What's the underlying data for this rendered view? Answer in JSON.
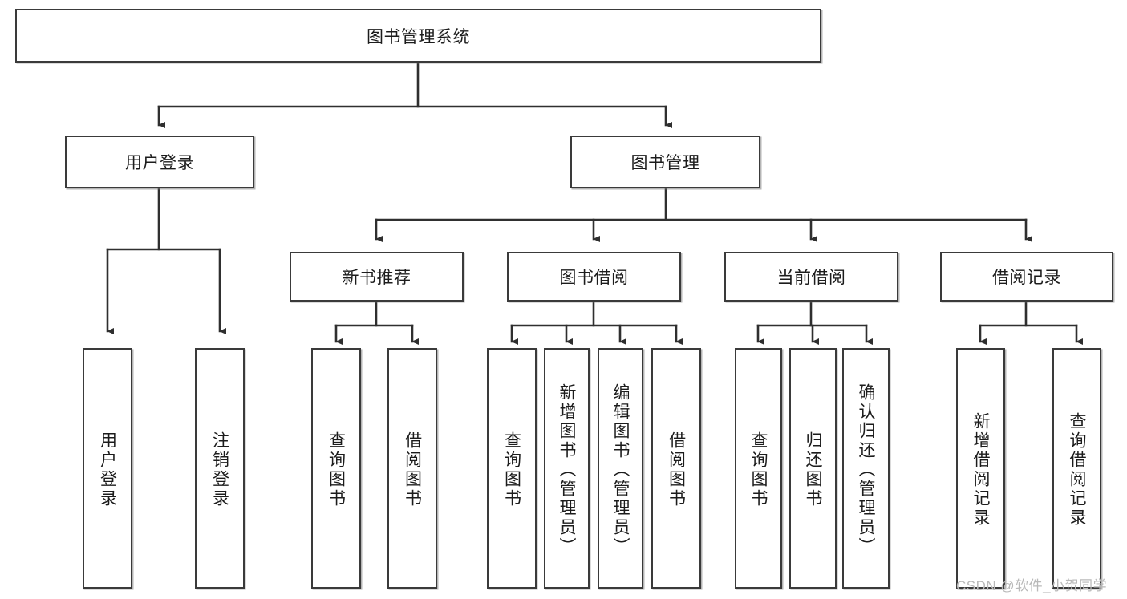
{
  "diagram": {
    "type": "tree-hierarchy",
    "title": "图书管理系统",
    "watermark": "CSDN @软件_小贺同学",
    "colors": {
      "box_border": "#3a3a3a",
      "box_fill": "#ffffff",
      "connector": "#2f2f2f",
      "text": "#1c1c1c",
      "watermark": "#b9b9b9",
      "background": "#ffffff"
    },
    "nodes": {
      "root": {
        "label": "图书管理系统",
        "level": 1,
        "orientation": "horizontal"
      },
      "l2": [
        {
          "id": "user-login",
          "label": "用户登录",
          "level": 2,
          "orientation": "horizontal"
        },
        {
          "id": "book-manage",
          "label": "图书管理",
          "level": 2,
          "orientation": "horizontal"
        }
      ],
      "l3": [
        {
          "id": "new-book-rec",
          "label": "新书推荐",
          "level": 3,
          "orientation": "horizontal",
          "parent": "book-manage"
        },
        {
          "id": "book-borrow",
          "label": "图书借阅",
          "level": 3,
          "orientation": "horizontal",
          "parent": "book-manage"
        },
        {
          "id": "current-borrow",
          "label": "当前借阅",
          "level": 3,
          "orientation": "horizontal",
          "parent": "book-manage"
        },
        {
          "id": "borrow-record",
          "label": "借阅记录",
          "level": 3,
          "orientation": "horizontal",
          "parent": "book-manage"
        }
      ],
      "leaves": [
        {
          "id": "leaf-user-login",
          "label": "用户登录",
          "parent": "user-login",
          "orientation": "vertical"
        },
        {
          "id": "leaf-user-logout",
          "label": "注销登录",
          "parent": "user-login",
          "orientation": "vertical"
        },
        {
          "id": "leaf-query-book-rec",
          "label": "查询图书",
          "parent": "new-book-rec",
          "orientation": "vertical"
        },
        {
          "id": "leaf-borrow-book-rec",
          "label": "借阅图书",
          "parent": "new-book-rec",
          "orientation": "vertical"
        },
        {
          "id": "leaf-query-book-borrow",
          "label": "查询图书",
          "parent": "book-borrow",
          "orientation": "vertical"
        },
        {
          "id": "leaf-add-book",
          "label": "新增图书（管理员）",
          "parent": "book-borrow",
          "orientation": "vertical"
        },
        {
          "id": "leaf-edit-book",
          "label": "编辑图书（管理员）",
          "parent": "book-borrow",
          "orientation": "vertical"
        },
        {
          "id": "leaf-borrow-book",
          "label": "借阅图书",
          "parent": "book-borrow",
          "orientation": "vertical"
        },
        {
          "id": "leaf-query-book-current",
          "label": "查询图书",
          "parent": "current-borrow",
          "orientation": "vertical"
        },
        {
          "id": "leaf-return-book",
          "label": "归还图书",
          "parent": "current-borrow",
          "orientation": "vertical"
        },
        {
          "id": "leaf-confirm-return",
          "label": "确认归还（管理员）",
          "parent": "current-borrow",
          "orientation": "vertical"
        },
        {
          "id": "leaf-add-record",
          "label": "新增借阅记录",
          "parent": "borrow-record",
          "orientation": "vertical"
        },
        {
          "id": "leaf-query-record",
          "label": "查询借阅记录",
          "parent": "borrow-record",
          "orientation": "vertical"
        }
      ]
    }
  }
}
